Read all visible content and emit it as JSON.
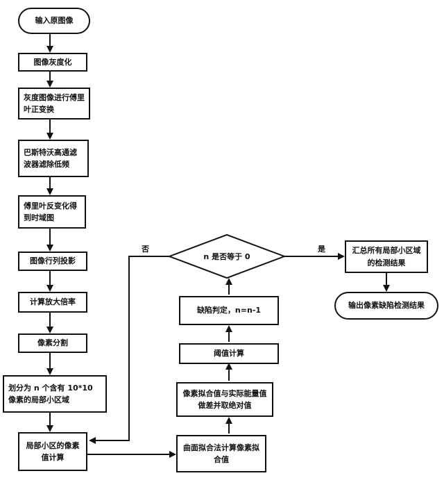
{
  "nodes": {
    "start": "输入原图像",
    "gray": "图像灰度化",
    "fft": "灰度图像进行傅里叶正变换",
    "butterworth": "巴斯特沃高通滤波器滤除低频",
    "ifft": "傅里叶反变化得到时域图",
    "projection": "图像行列投影",
    "magnification": "计算放大倍率",
    "pixel_split": "像素分割",
    "divide": "划分为 n 个含有 10*10 像素的局部小区域",
    "local_pixel": "局部小区的像素值计算",
    "surface_fit": "曲面拟合法计算像素拟合值",
    "diff": "像素拟合值与实际能量值做差并取绝对值",
    "threshold": "阈值计算",
    "defect_judge": "缺陷判定，n=n-1",
    "decision": "n 是否等于 0",
    "summary": "汇总所有局部小区域的检测结果",
    "output": "输出像素缺陷检测结果"
  },
  "labels": {
    "yes": "是",
    "no": "否"
  }
}
